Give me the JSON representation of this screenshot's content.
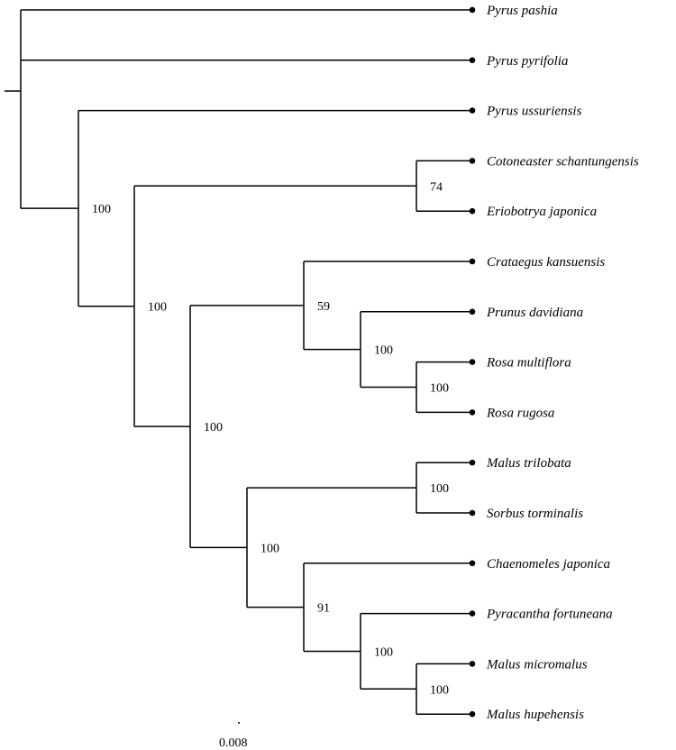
{
  "tree": {
    "name": "N0",
    "children": [
      {
        "name": "Pyrus pashia"
      },
      {
        "name": "Pyrus pyrifolia"
      },
      {
        "name": "N1",
        "support": "100",
        "children": [
          {
            "name": "Pyrus ussuriensis"
          },
          {
            "name": "N2",
            "support": "100",
            "children": [
              {
                "name": "N3",
                "support": "74",
                "children": [
                  {
                    "name": "Cotoneaster schantungensis"
                  },
                  {
                    "name": "Eriobotrya japonica"
                  }
                ]
              },
              {
                "name": "N4",
                "support": "100",
                "children": [
                  {
                    "name": "N5",
                    "support": "59",
                    "children": [
                      {
                        "name": "Crataegus kansuensis"
                      },
                      {
                        "name": "N6",
                        "support": "100",
                        "children": [
                          {
                            "name": "Prunus davidiana"
                          },
                          {
                            "name": "N7",
                            "support": "100",
                            "children": [
                              {
                                "name": "Rosa multiflora"
                              },
                              {
                                "name": "Rosa rugosa"
                              }
                            ]
                          }
                        ]
                      }
                    ]
                  },
                  {
                    "name": "N8",
                    "support": "100",
                    "children": [
                      {
                        "name": "N9",
                        "support": "100",
                        "children": [
                          {
                            "name": "Malus trilobata"
                          },
                          {
                            "name": "Sorbus torminalis"
                          }
                        ]
                      },
                      {
                        "name": "N10",
                        "support": "91",
                        "children": [
                          {
                            "name": "Chaenomeles japonica"
                          },
                          {
                            "name": "N11",
                            "support": "100",
                            "children": [
                              {
                                "name": "Pyracantha fortuneana"
                              },
                              {
                                "name": "N12",
                                "support": "100",
                                "children": [
                                  {
                                    "name": "Malus micromalus"
                                  },
                                  {
                                    "name": "Malus hupehensis"
                                  }
                                ]
                              }
                            ]
                          }
                        ]
                      }
                    ]
                  }
                ]
              }
            ]
          }
        ]
      }
    ]
  },
  "scale_bar": {
    "label": "0.008"
  }
}
